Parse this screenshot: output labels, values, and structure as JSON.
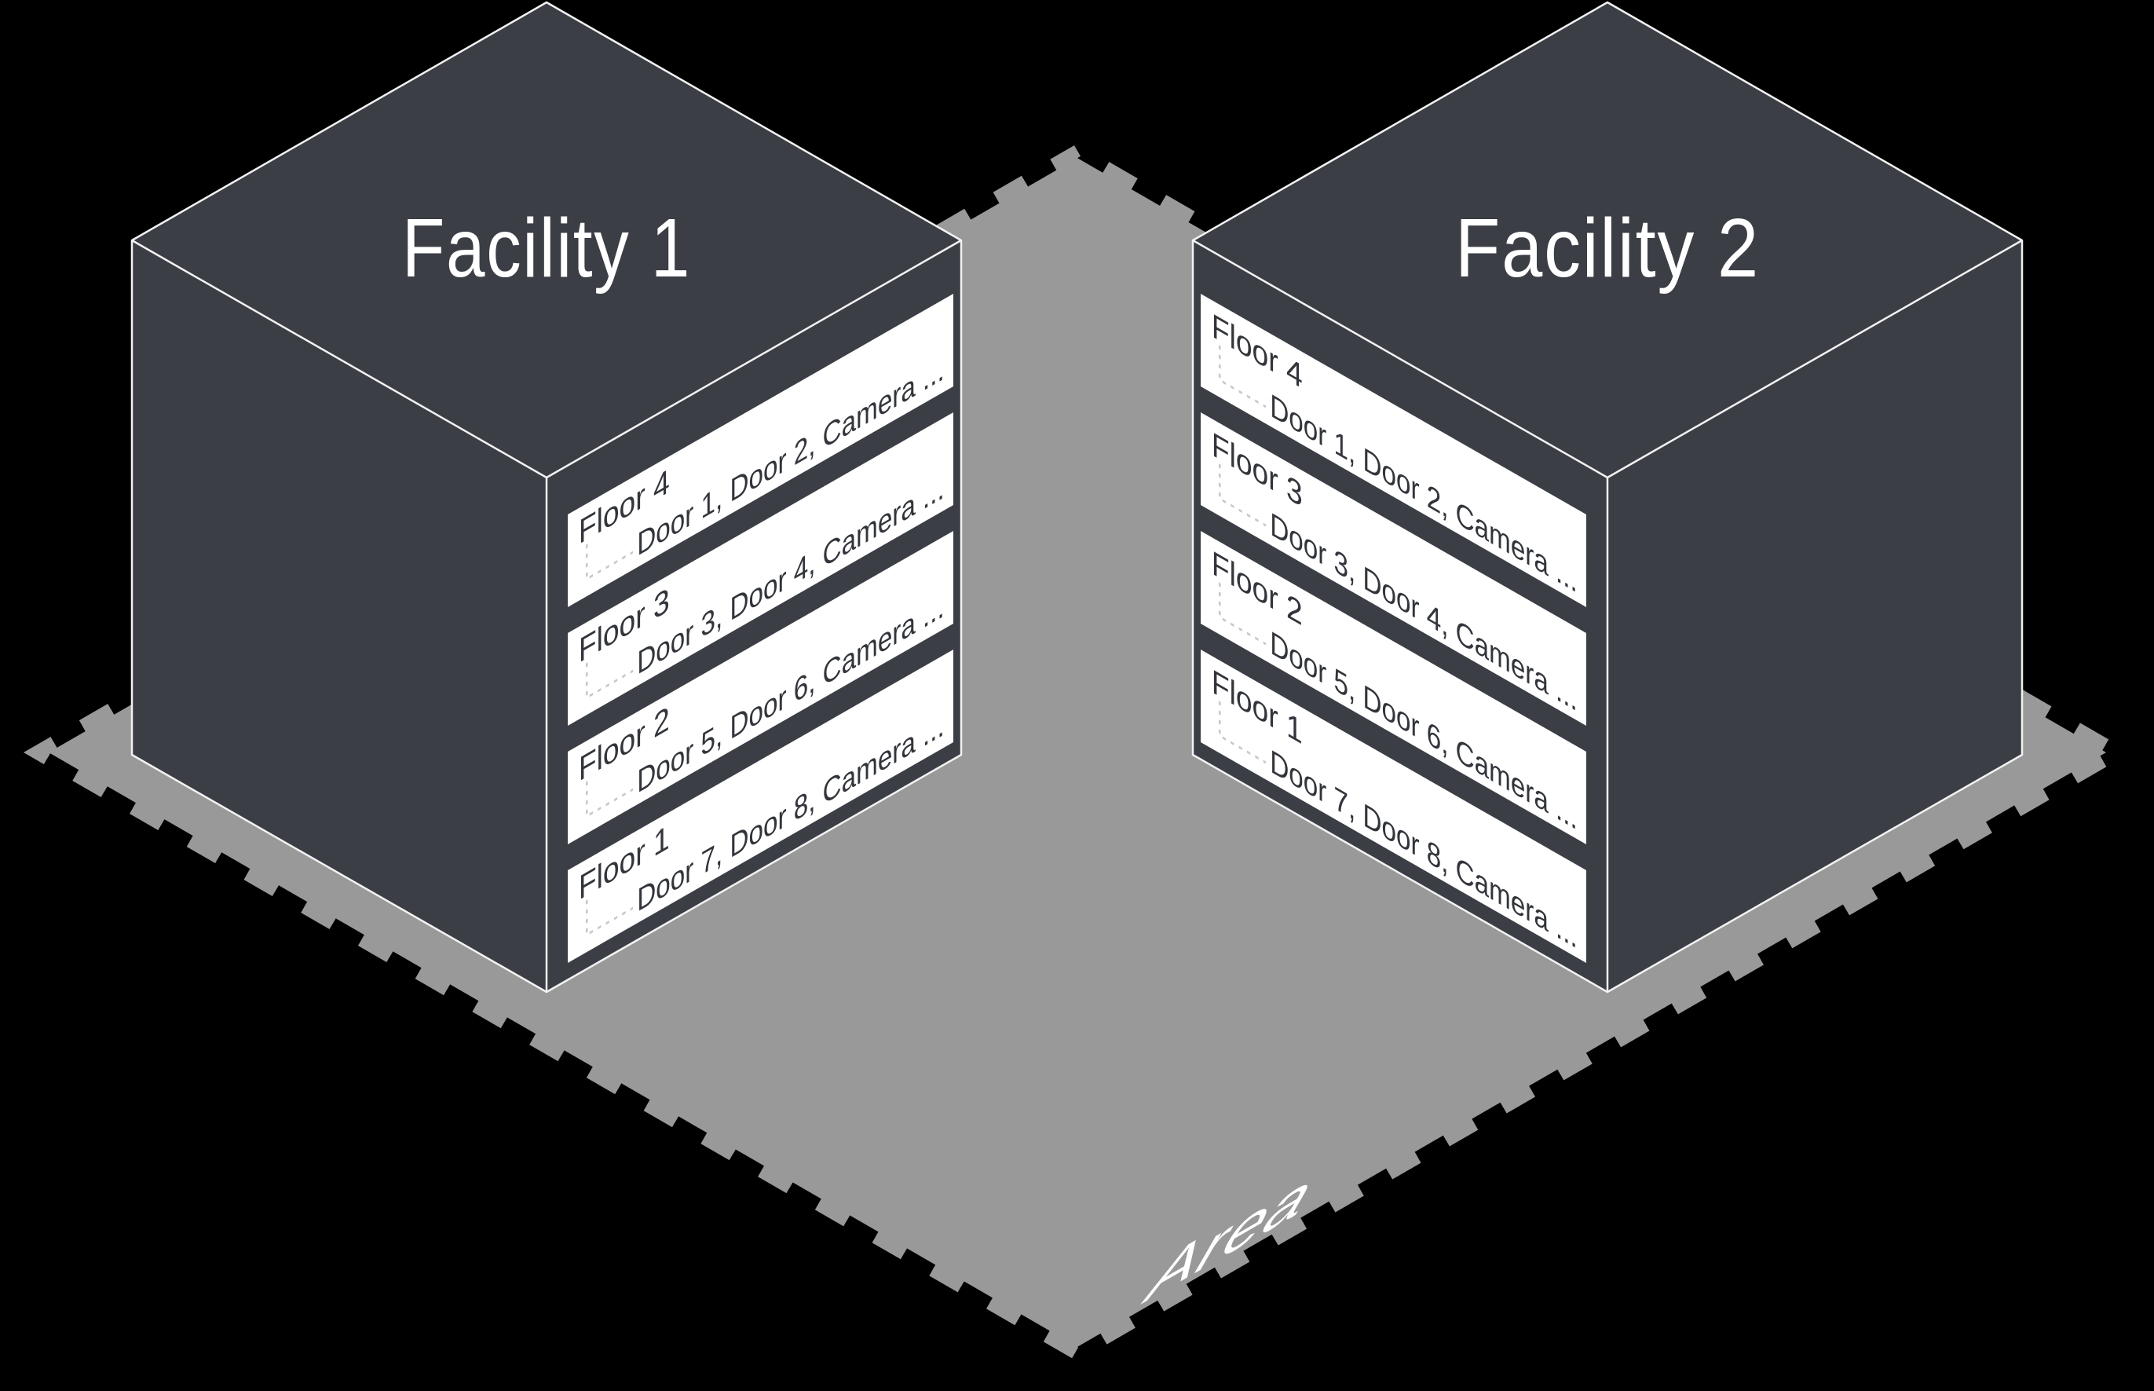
{
  "diagram": {
    "area": {
      "label": "Area"
    },
    "facilities": [
      {
        "title": "Facility 1",
        "floors": [
          {
            "name": "Floor 4",
            "devices": "Door 1, Door 2, Camera ..."
          },
          {
            "name": "Floor 3",
            "devices": "Door 3, Door 4, Camera ..."
          },
          {
            "name": "Floor 2",
            "devices": "Door 5, Door 6, Camera ..."
          },
          {
            "name": "Floor 1",
            "devices": "Door 7, Door 8, Camera ..."
          }
        ]
      },
      {
        "title": "Facility 2",
        "floors": [
          {
            "name": "Floor 4",
            "devices": "Door 1, Door 2, Camera ..."
          },
          {
            "name": "Floor 3",
            "devices": "Door 3, Door 4, Camera ..."
          },
          {
            "name": "Floor 2",
            "devices": "Door 5, Door 6, Camera ..."
          },
          {
            "name": "Floor 1",
            "devices": "Door 7, Door 8, Camera ..."
          }
        ]
      }
    ],
    "colors": {
      "background": "#000000",
      "cube": "#3b3e45",
      "cube_edge": "#f2f2f2",
      "area_fill": "#999999",
      "floor_slat": "#ffffff",
      "slat_text": "#32353b",
      "connector": "#c5c7ca",
      "title_text": "#ffffff"
    }
  }
}
